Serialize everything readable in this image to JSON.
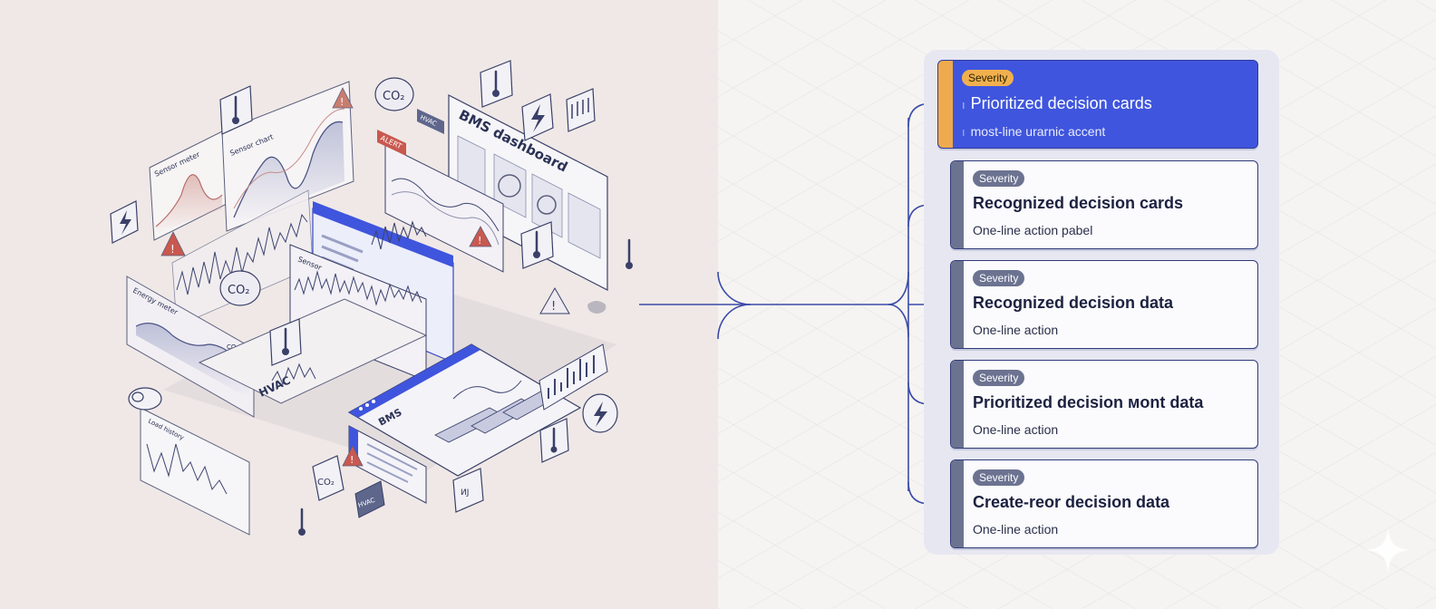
{
  "illustration": {
    "chart_labels": {
      "sensor_meter": "Sensor meter",
      "sensor_chart": "Sensor chart",
      "sensor": "Sensor",
      "energy_meter": "Energy meter",
      "load_history": "Load history",
      "co2_small": "CO₂"
    },
    "dashboard_title": "BMS dashboard",
    "bms_label": "BMS",
    "hvac_label": "HVAC",
    "alert_tag": "ALERT",
    "hvac_tag": "HVAC",
    "co2_bubble": "CO₂",
    "co2_bubble_2": "CO₂",
    "co2_cube": "CO₂",
    "hvac_badge": "HVAC",
    "block_label": "ИЈ"
  },
  "cards": [
    {
      "badge": "Severity",
      "title": "Prioritized decision cards",
      "subtitle": "most-line urarnic accent",
      "active": true
    },
    {
      "badge": "Severity",
      "title": "Recognized decision cards",
      "subtitle": "One-line action pabel"
    },
    {
      "badge": "Severity",
      "title": "Recognized decision data",
      "subtitle": "One-line action"
    },
    {
      "badge": "Severity",
      "title": "Prioritized decision мont data",
      "subtitle": "One-line action"
    },
    {
      "badge": "Severity",
      "title": "Create-reor decision data",
      "subtitle": "One-line action"
    }
  ],
  "colors": {
    "accent_blue": "#3f55dd",
    "accent_orange": "#f1b04e",
    "line_navy": "#2f3a78",
    "alert_red": "#c9584f"
  }
}
